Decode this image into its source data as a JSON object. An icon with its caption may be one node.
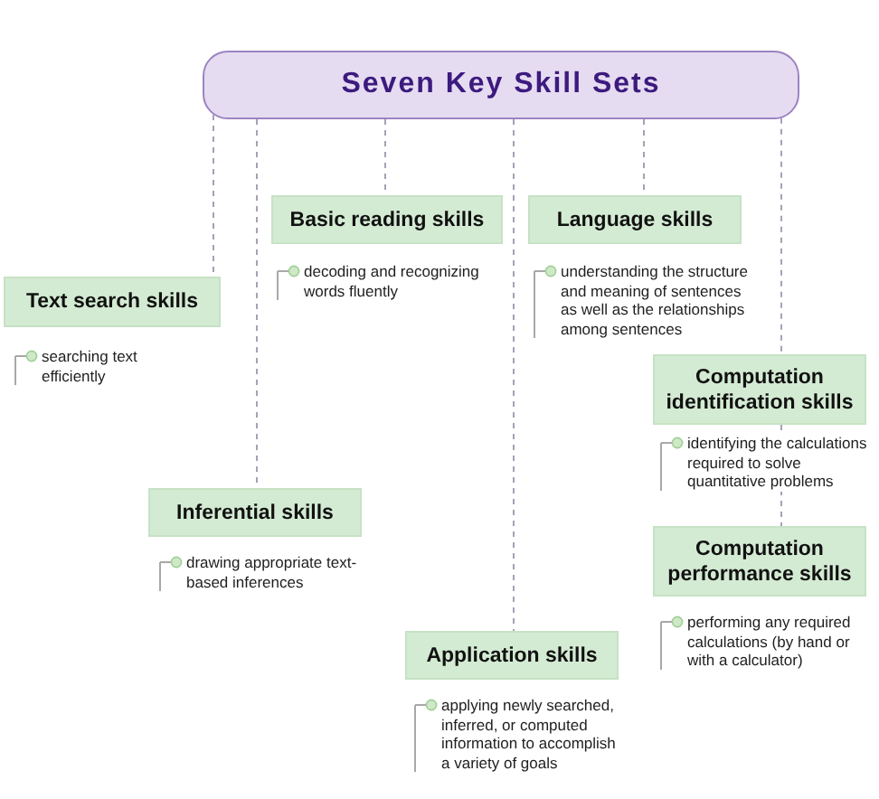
{
  "diagram": {
    "nodes": [
      {
        "text": [
          "Seven Key Skill Sets"
        ]
      },
      {
        "text": [
          "Basic reading skills"
        ],
        "beside": [
          "decoding and recognizing words fluently"
        ]
      },
      {
        "text": [
          "Language skills"
        ],
        "beside": [
          "understanding the structure and meaning of sentences as well as the relationships among sentences"
        ]
      },
      {
        "text": [
          "Text search skills"
        ],
        "beside": [
          "searching text efficiently"
        ]
      },
      {
        "text": [
          "Computation identification skills"
        ],
        "beside": [
          "identifying the calculations required to solve quantitative problems"
        ]
      },
      {
        "text": [
          "Inferential skills"
        ],
        "beside": [
          "drawing appropriate text-based inferences"
        ]
      },
      {
        "text": [
          "Computation performance skills"
        ],
        "beside": [
          "performing any required calculations (by hand or with a calculator)"
        ]
      },
      {
        "text": [
          "Application skills"
        ],
        "beside": [
          "applying newly searched, inferred, or computed information to accomplish a variety of goals"
        ]
      }
    ],
    "edges": [
      {
        "from": 0,
        "to": 1,
        "arrow": "none",
        "style": "dashed"
      },
      {
        "from": 0,
        "to": 2,
        "arrow": "none",
        "style": "dashed"
      },
      {
        "from": 0,
        "to": 3,
        "arrow": "none",
        "style": "dashed"
      },
      {
        "from": 0,
        "to": 4,
        "arrow": "none",
        "style": "dashed"
      },
      {
        "from": 0,
        "to": 5,
        "arrow": "none",
        "style": "dashed"
      },
      {
        "from": 4,
        "to": 6,
        "arrow": "none",
        "style": "dashed"
      },
      {
        "from": 0,
        "to": 7,
        "arrow": "none",
        "style": "dashed"
      }
    ]
  }
}
